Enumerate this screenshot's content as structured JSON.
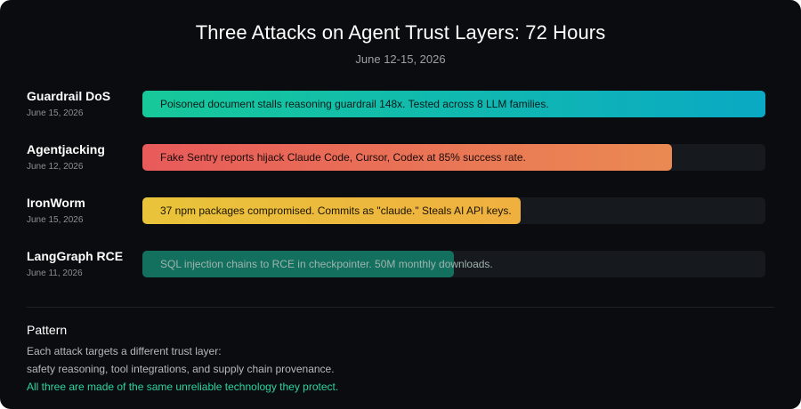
{
  "header": {
    "title": "Three Attacks on Agent Trust Layers: 72 Hours",
    "subtitle": "June 12-15, 2026"
  },
  "attacks": [
    {
      "name": "Guardrail DoS",
      "date": "June 15, 2026",
      "description": "Poisoned document stalls reasoning guardrail 148x. Tested across 8 LLM families.",
      "fill_fraction": 1.0,
      "gradient": [
        "#17c99a",
        "#0aa9c4"
      ],
      "text_color": "#0a1a1a"
    },
    {
      "name": "Agentjacking",
      "date": "June 12, 2026",
      "description": "Fake Sentry reports hijack Claude Code, Cursor, Codex at 85% success rate.",
      "fill_fraction": 0.85,
      "gradient": [
        "#e85a5a",
        "#ea8a52"
      ],
      "text_color": "#1a0a0a"
    },
    {
      "name": "IronWorm",
      "date": "June 15, 2026",
      "description": "37 npm packages compromised. Commits as \"claude.\" Steals AI API keys.",
      "fill_fraction": 0.607,
      "gradient": [
        "#e9c43a",
        "#f0b040"
      ],
      "text_color": "#1a1400"
    },
    {
      "name": "LangGraph RCE",
      "date": "June 11, 2026",
      "description": "SQL injection chains to RCE in checkpointer. 50M monthly downloads.",
      "fill_fraction": 0.5,
      "gradient": [
        "#13705f",
        "#13705f"
      ],
      "text_color": "#9fb3ad"
    }
  ],
  "pattern": {
    "title": "Pattern",
    "line1": "Each attack targets a different trust layer:",
    "line2": "safety reasoning, tool integrations, and supply chain provenance.",
    "line3": "All three are made of the same unreliable technology they protect."
  }
}
